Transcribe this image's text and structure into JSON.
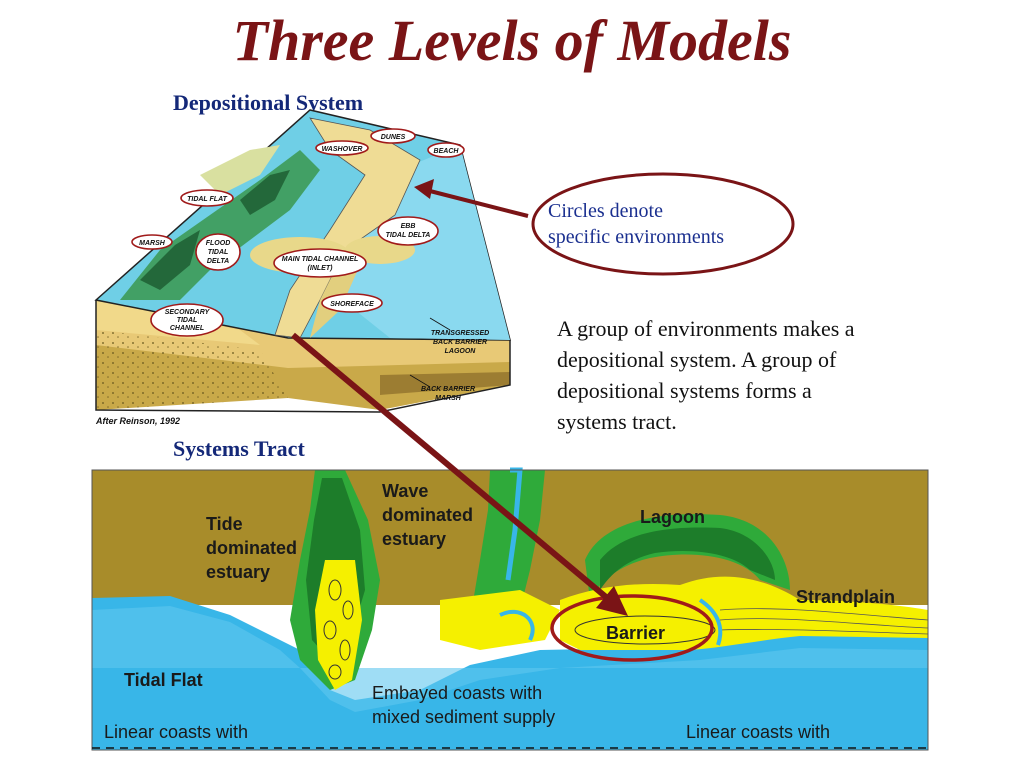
{
  "title": "Three Levels of Models",
  "depositional": {
    "heading": "Depositional System",
    "credit": "After Reinson, 1992",
    "labels": {
      "dunes": "DUNES",
      "washover": "WASHOVER",
      "beach": "BEACH",
      "tidal_flat": "TIDAL FLAT",
      "marsh": "MARSH",
      "flood_tidal_delta_1": "FLOOD",
      "flood_tidal_delta_2": "TIDAL",
      "flood_tidal_delta_3": "DELTA",
      "ebb_tidal_delta_1": "EBB",
      "ebb_tidal_delta_2": "TIDAL DELTA",
      "main_channel_1": "MAIN TIDAL CHANNEL",
      "main_channel_2": "(INLET)",
      "shoreface": "SHOREFACE",
      "secondary_1": "SECONDARY",
      "secondary_2": "TIDAL",
      "secondary_3": "CHANNEL",
      "transgressed_1": "TRANSGRESSED",
      "transgressed_2": "BACK BARRIER",
      "transgressed_3": "LAGOON",
      "back_marsh_1": "BACK BARRIER",
      "back_marsh_2": "MARSH"
    }
  },
  "callout": {
    "line1": "Circles denote",
    "line2": "specific environments"
  },
  "paragraph": {
    "line1": "A group of environments makes a",
    "line2": "depositional system.  A group of",
    "line3": "depositional systems forms a",
    "line4": "systems tract."
  },
  "systems_tract": {
    "heading": "Systems Tract",
    "labels": {
      "tide_1": "Tide",
      "tide_2": "dominated",
      "tide_3": "estuary",
      "wave_1": "Wave",
      "wave_2": "dominated",
      "wave_3": "estuary",
      "lagoon": "Lagoon",
      "strandplain": "Strandplain",
      "barrier": "Barrier",
      "tidal_flat": "Tidal Flat",
      "embayed_1": "Embayed coasts with",
      "embayed_2": "mixed sediment supply",
      "linear_left": "Linear coasts with",
      "linear_right": "Linear coasts with"
    }
  },
  "colors": {
    "title": "#7a1416",
    "heading": "#142878",
    "arrow": "#7a1416",
    "land": "#a88c2a",
    "sea": "#38b6e8",
    "green": "#2faa3a",
    "yellow": "#f5f000"
  }
}
